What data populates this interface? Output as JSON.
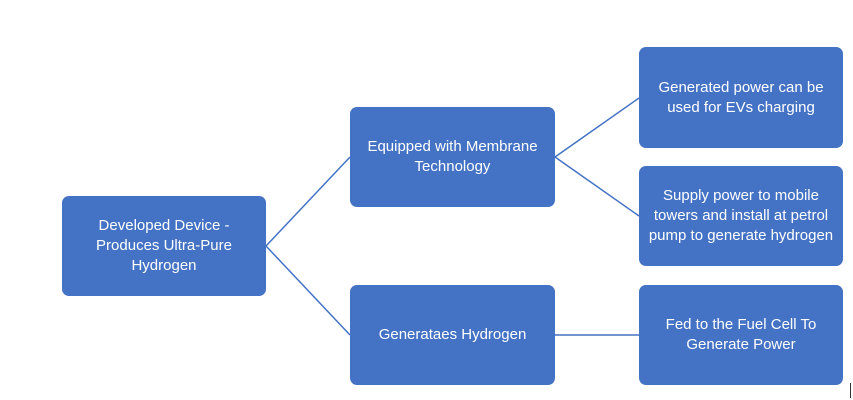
{
  "diagram": {
    "root": {
      "label": "Developed Device - Produces Ultra-Pure Hydrogen"
    },
    "branches": [
      {
        "label": "Equipped with Membrane Technology",
        "children": [
          {
            "label": "Generated power can be used for EVs charging"
          },
          {
            "label": "Supply power to mobile towers and install at petrol pump to generate hydrogen"
          }
        ]
      },
      {
        "label": "Generataes Hydrogen",
        "children": [
          {
            "label": "Fed to the Fuel Cell To Generate Power"
          }
        ]
      }
    ],
    "colors": {
      "node_fill": "#4472c4",
      "node_text": "#ffffff",
      "connector": "#4472c4"
    }
  }
}
